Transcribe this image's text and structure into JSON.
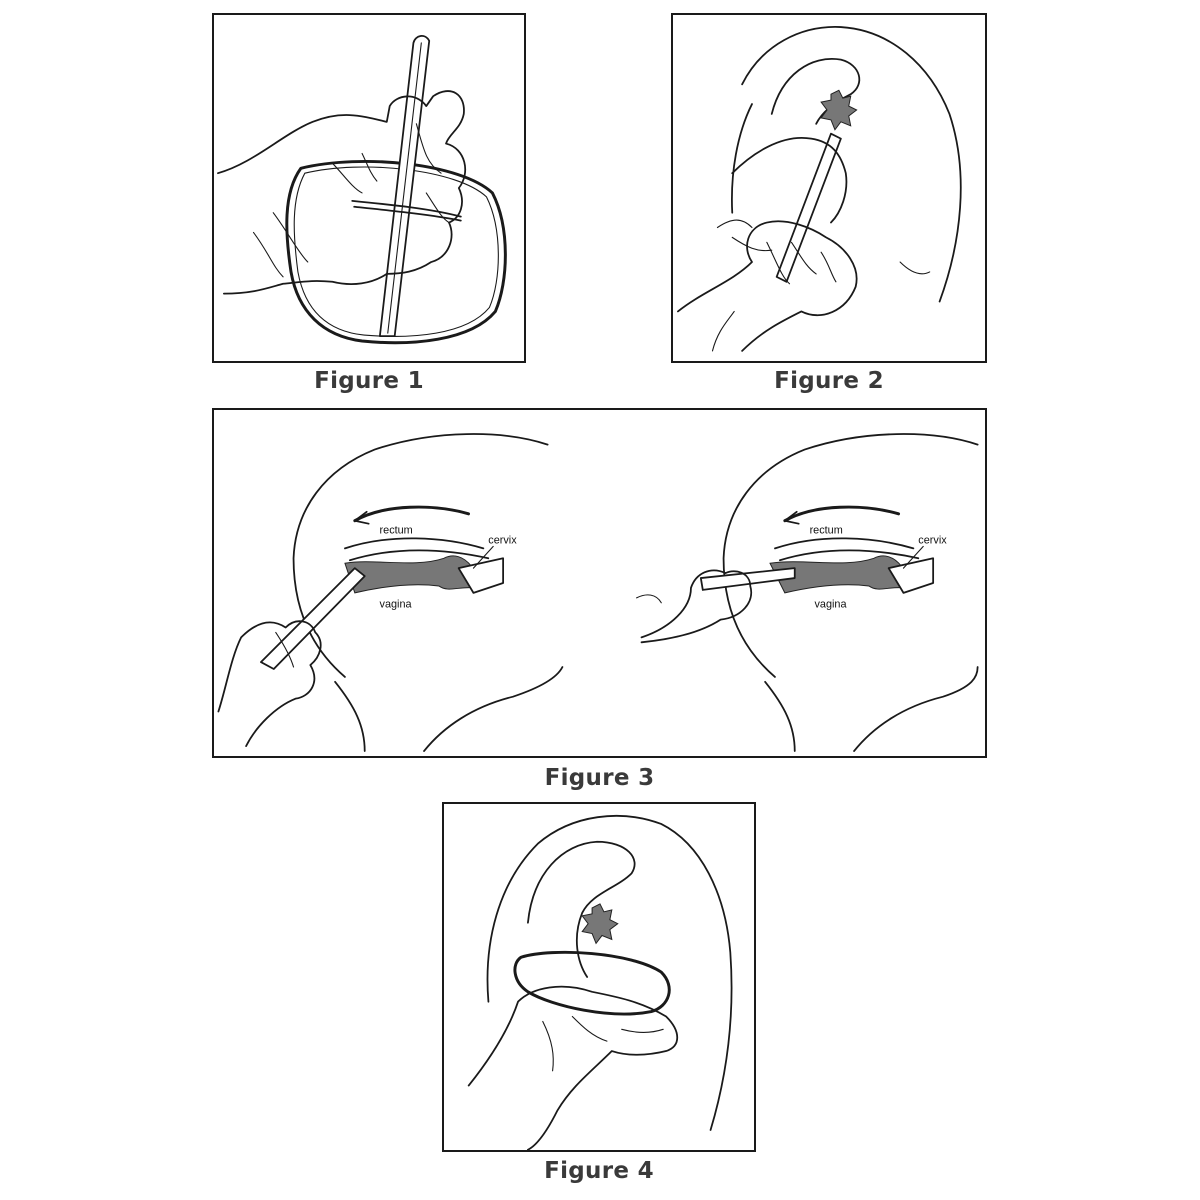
{
  "figures": [
    {
      "caption": "Figure 1"
    },
    {
      "caption": "Figure 2"
    },
    {
      "caption": "Figure 3",
      "labels": {
        "rectum": "rectum",
        "cervix": "cervix",
        "vagina": "vagina"
      }
    },
    {
      "caption": "Figure 4"
    }
  ]
}
